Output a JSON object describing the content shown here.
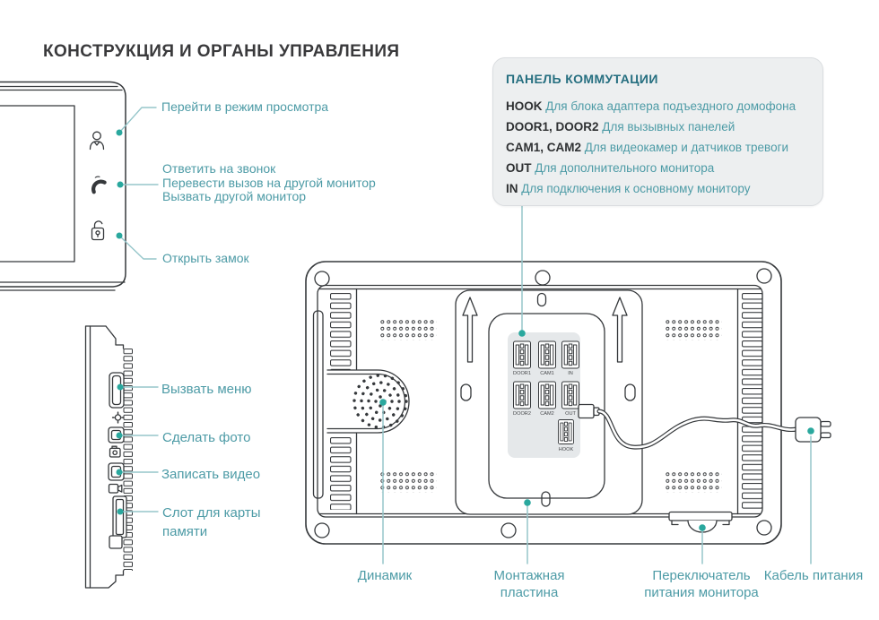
{
  "page": {
    "title": "КОНСТРУКЦИЯ И ОРГАНЫ УПРАВЛЕНИЯ"
  },
  "colors": {
    "accent_dot": "#2aa89e",
    "leader_line": "#96c6ca",
    "label_teal": "#4d9ba6",
    "panel_title_teal": "#266f80",
    "line_dark": "#35383b",
    "panel_bg": "#edeff0"
  },
  "front_view": {
    "labels": {
      "view_mode": "Перейти в режим просмотра",
      "answer_group": [
        "Ответить на звонок",
        "Перевести вызов на другой монитор",
        "Вызвать другой монитор"
      ],
      "open_lock": "Открыть замок"
    }
  },
  "side_view": {
    "labels": {
      "menu": "Вызвать меню",
      "photo": "Сделать фото",
      "video": "Записать видео",
      "card_slot": "Слот для карты памяти"
    }
  },
  "switch_panel": {
    "title": "ПАНЕЛЬ КОММУТАЦИИ",
    "rows": [
      {
        "term": "HOOK",
        "desc": "Для блока адаптера подъездного домофона"
      },
      {
        "term": "DOOR1, DOOR2",
        "desc": "Для вызывных панелей"
      },
      {
        "term": "CAM1, CAM2",
        "desc": "Для видеокамер и датчиков тревоги"
      },
      {
        "term": "OUT",
        "desc": "Для дополнительного монитора"
      },
      {
        "term": "IN",
        "desc": "Для подключения к основному монитору"
      }
    ]
  },
  "back_view": {
    "connectors": {
      "row1": [
        "DOOR1",
        "CAM1",
        "IN"
      ],
      "row2": [
        "DOOR2",
        "CAM2",
        "OUT"
      ],
      "hook": "HOOK"
    },
    "labels": {
      "speaker": "Динамик",
      "mount_plate_1": "Монтажная",
      "mount_plate_2": "пластина",
      "power_switch_1": "Переключатель",
      "power_switch_2": "питания монитора",
      "power_cable": "Кабель питания"
    }
  }
}
